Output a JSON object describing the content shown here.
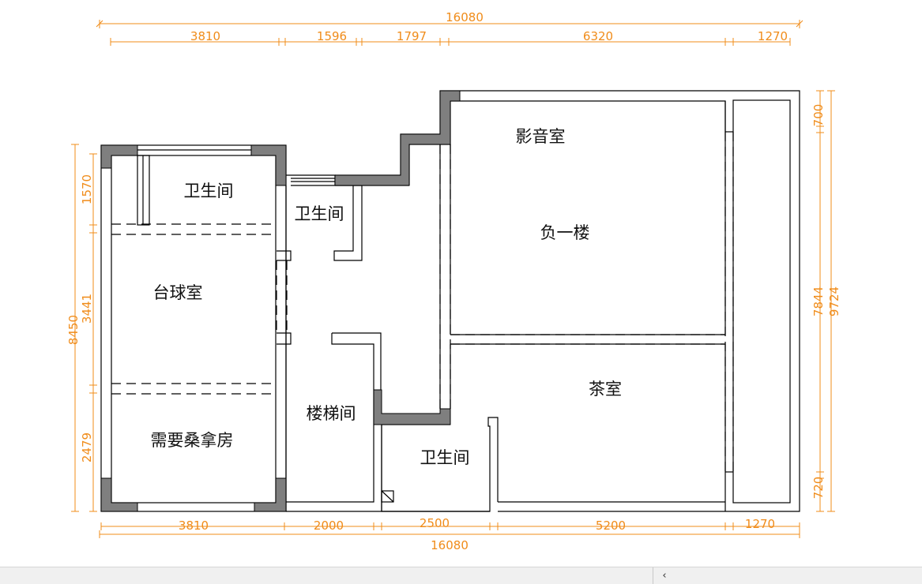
{
  "rooms": {
    "bathroom_1": "卫生间",
    "bathroom_2": "卫生间",
    "bathroom_3": "卫生间",
    "billiard_room": "台球室",
    "sauna_room": "需要桑拿房",
    "stairwell": "楼梯间",
    "av_room": "影音室",
    "basement_label": "负一楼",
    "tea_room": "茶室"
  },
  "dimensions": {
    "top_total": "16080",
    "top_segments": [
      "3810",
      "1596",
      "1797",
      "6320",
      "1270"
    ],
    "bottom_total": "16080",
    "bottom_segments": [
      "3810",
      "2000",
      "2500",
      "5200",
      "1270"
    ],
    "left_total": "8450",
    "left_segments": [
      "1570",
      "3441",
      "2479"
    ],
    "right_total": "9724",
    "right_middle": "7844",
    "right_top": "700",
    "right_bottom": "720"
  },
  "colors": {
    "dimension": "#f08c1a",
    "wall": "#000000",
    "column": "#7f7f7f"
  },
  "scrollbar": {
    "left_arrow": "‹"
  }
}
